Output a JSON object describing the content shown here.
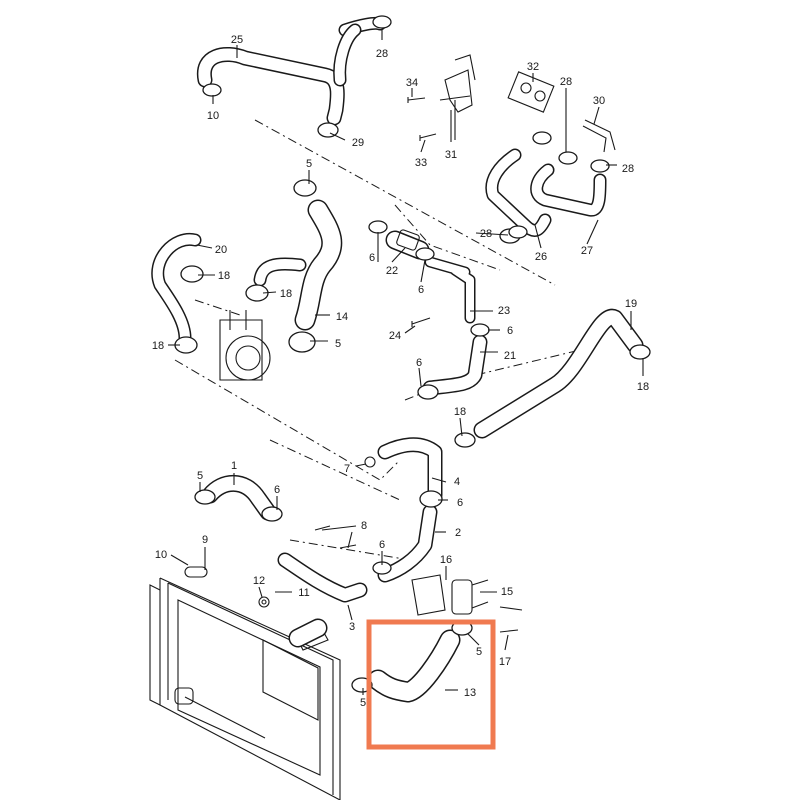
{
  "diagram": {
    "callouts": [
      "1",
      "2",
      "3",
      "4",
      "5",
      "6",
      "7",
      "8",
      "9",
      "10",
      "11",
      "12",
      "13",
      "14",
      "15",
      "16",
      "17",
      "18",
      "19",
      "20",
      "21",
      "22",
      "23",
      "24",
      "25",
      "26",
      "27",
      "28",
      "29",
      "30",
      "31",
      "32",
      "33",
      "34"
    ],
    "highlight_color": "#f07a50",
    "line_color": "#1a1a1a",
    "background": "#ffffff"
  }
}
